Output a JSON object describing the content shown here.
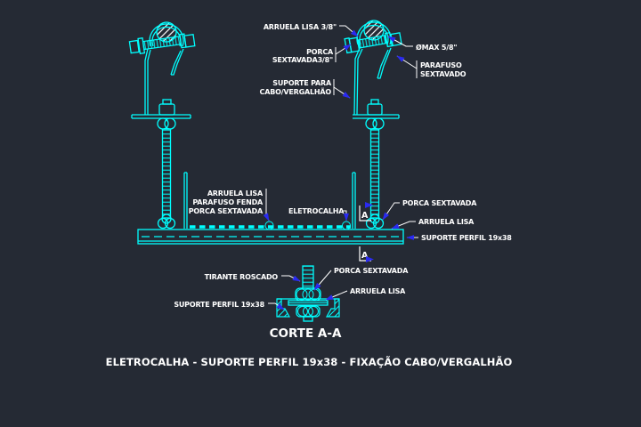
{
  "colors": {
    "bg": "#252a34",
    "line": "#00ffff",
    "txt": "#ffffff",
    "arrow": "#2a2af0"
  },
  "annotations": {
    "arruela_lisa_38": "ARRUELA LISA 3/8\"",
    "porca_sextavada_38": [
      "PORCA",
      "SEXTAVADA3/8\""
    ],
    "omax": "ØMAX 5/8\"",
    "parafuso_sextavado": [
      "PARAFUSO",
      "SEXTAVADO"
    ],
    "suporte_cabo": [
      "SUPORTE PARA",
      "CABO/VERGALHÃO"
    ],
    "fixacao_stack": [
      "ARRUELA LISA",
      "PARAFUSO FENDA",
      "PORCA SEXTAVADA"
    ],
    "eletrocalha": "ELETROCALHA",
    "porca_sextavada_right": "PORCA SEXTAVADA",
    "arruela_lisa_right": "ARRUELA LISA",
    "suporte_perfil_right": "SUPORTE PERFIL 19x38",
    "section_marker": "A",
    "tirante_roscado": "TIRANTE ROSCADO",
    "porca_sextavada_detail": "PORCA SEXTAVADA",
    "arruela_lisa_detail": "ARRUELA LISA",
    "suporte_perfil_detail": "SUPORTE PERFIL 19x38",
    "corte_title": "CORTE A-A",
    "main_title": "ELETROCALHA - SUPORTE PERFIL 19x38 - FIXAÇÃO CABO/VERGALHÃO"
  }
}
